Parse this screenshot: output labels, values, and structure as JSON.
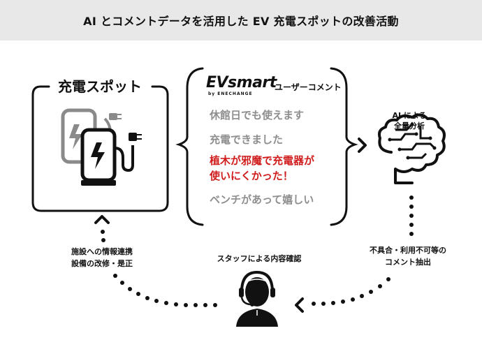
{
  "header": {
    "title": "AI とコメントデータを活用した EV 充電スポットの改善活動"
  },
  "spot": {
    "title": "充電スポット"
  },
  "evsmart": {
    "logo": "EVsmart",
    "logo_sub": "by ENECHANGE",
    "caption": "ユーザーコメント"
  },
  "comments": [
    {
      "text": "休館日でも使えます",
      "highlight": false
    },
    {
      "text": "充電できました",
      "highlight": false
    },
    {
      "text": "植木が邪魔で充電器が",
      "highlight": true
    },
    {
      "text": "使いにくかった！",
      "highlight": true
    },
    {
      "text": "ベンチがあって嬉しい",
      "highlight": false
    }
  ],
  "ai": {
    "line1": "AI による",
    "line2": "全量分析"
  },
  "steps": {
    "right_line1": "不具合・利用不可等の",
    "right_line2": "コメント抽出",
    "bottom": "スタッフによる内容確認",
    "left_line1": "施設への情報連携",
    "left_line2": "設備の改修・是正"
  },
  "icons": {
    "charger": "ev-charger-icon",
    "brain": "brain-icon",
    "staff": "headset-operator-icon"
  },
  "colors": {
    "banner_bg": "#e8e8e8",
    "highlight": "#d01c1c",
    "muted": "#8e8e8e"
  }
}
